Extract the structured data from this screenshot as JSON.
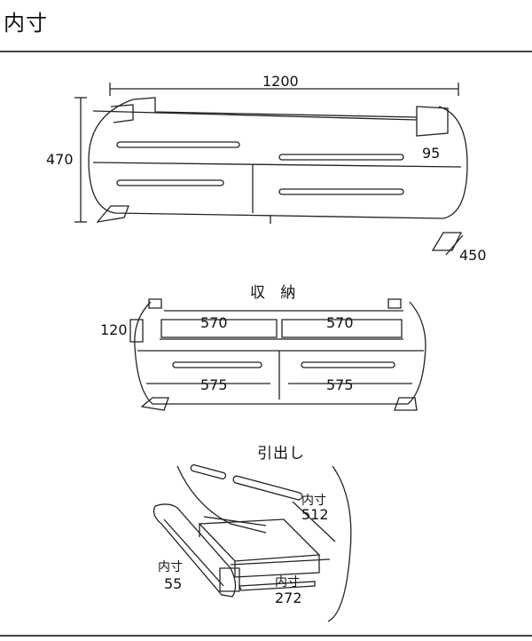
{
  "header": {
    "title": "内寸"
  },
  "overall": {
    "width": "1200",
    "height": "470",
    "top_box": "95",
    "depth": "450"
  },
  "storage": {
    "title": "収 納",
    "shelf_height": "120",
    "upper_left": "570",
    "upper_right": "570",
    "lower_left": "575",
    "lower_right": "575"
  },
  "drawer": {
    "title": "引出し",
    "inner_label_a": "内寸",
    "depth_value": "512",
    "inner_label_b": "内寸",
    "height_value": "55",
    "inner_label_c": "内寸",
    "width_value": "272"
  }
}
